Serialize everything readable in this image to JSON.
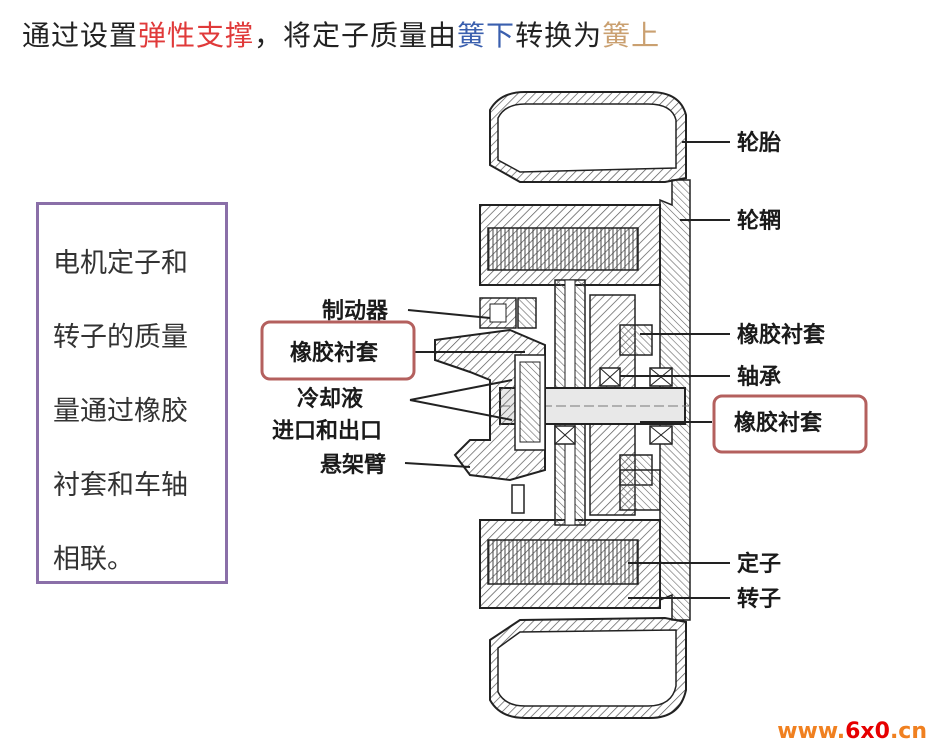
{
  "title": {
    "part1": "通过设置",
    "part2": "弹性支撑",
    "part3": "，将定子质量由",
    "part4": "簧下",
    "part5": "转换为",
    "part6": "簧上"
  },
  "note": {
    "lines": [
      "电机定子和",
      "转子的质量",
      "量通过橡胶",
      "衬套和车轴",
      "相联。"
    ]
  },
  "labels": {
    "tire": "轮胎",
    "rim": "轮辋",
    "brake": "制动器",
    "bushing_left": "橡胶衬套",
    "coolant_1": "冷却液",
    "coolant_2": "进口和出口",
    "arm": "悬架臂",
    "bushing_right_top": "橡胶衬套",
    "bearing": "轴承",
    "bushing_right": "橡胶衬套",
    "stator": "定子",
    "rotor": "转子"
  },
  "watermark": {
    "a": "www.",
    "b": "6x0",
    "c": ".cn"
  },
  "colors": {
    "title_highlight": "#e03a3a",
    "blue": "#3a5fae",
    "tan": "#caa070",
    "box_border": "#b4605e",
    "note_border": "#8a6fa8"
  }
}
